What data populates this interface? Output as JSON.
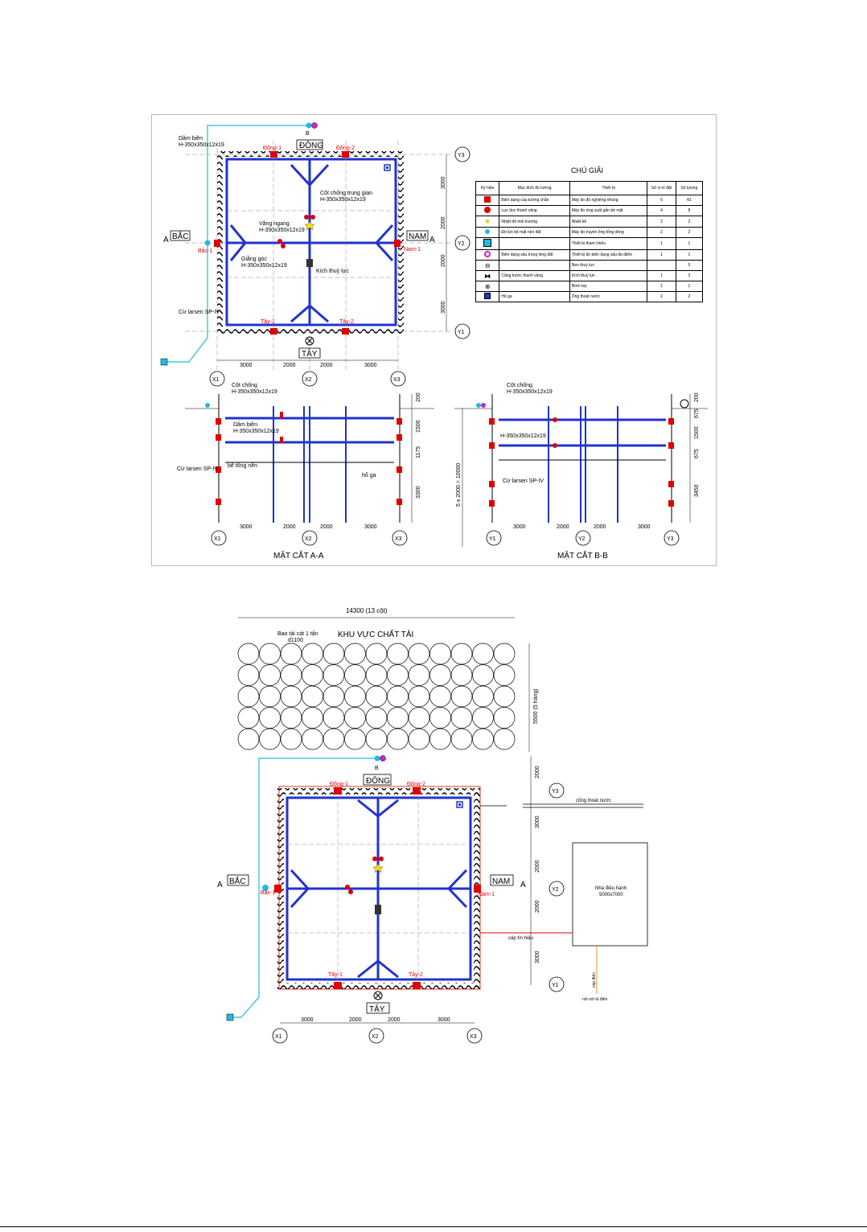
{
  "top": {
    "labels": {
      "dam_bien": "Dầm biên",
      "dam_bien_spec": "H-350x350x12x19",
      "dong": "ĐÔNG",
      "dong1": "Đông-1",
      "dong2": "Đông-2",
      "bac": "BẮC",
      "bac1": "Bắc-1",
      "nam": "NAM",
      "nam1": "Nam-1",
      "tay": "TÂY",
      "tay1": "Tây-1",
      "tay2": "Tây-2",
      "cot_chong": "Cột chống trung gian",
      "cot_chong_spec": "H-350x350x12x19",
      "vang_ngang": "Văng ngang",
      "vang_spec": "H-350x350x12x19",
      "giang_goc": "Giằng góc",
      "giang_spec": "H-350x350x12x19",
      "kich": "Kích thuỷ lực",
      "cu_larsen": "Cừ larsen SP-IV",
      "sec_a": "A",
      "sec_b": "B"
    },
    "dims_x": [
      "3000",
      "2000",
      "2000",
      "3000"
    ],
    "dims_y": [
      "3000",
      "2000",
      "2000",
      "3000"
    ],
    "axes_x": [
      "X1",
      "X2",
      "X3"
    ],
    "axes_y": [
      "Y3",
      "Y2",
      "Y1"
    ]
  },
  "legend": {
    "title": "CHÚ GIẢI",
    "headers": [
      "Ký hiệu",
      "Mục đích đo lường",
      "Thiết bị",
      "Số vị trí đặt",
      "Số lượng"
    ],
    "rows": [
      {
        "symbol": "red-square",
        "purpose": "Biến dạng của tường chắn",
        "device": "Máy đo độ nghiêng nhúng",
        "pos": "6",
        "qty": "42"
      },
      {
        "symbol": "red-dots",
        "purpose": "Lực dọc thanh văng",
        "device": "Máy đo ứng suất gắn bề mặt",
        "pos": "4",
        "qty": "8"
      },
      {
        "symbol": "yellow-star",
        "purpose": "Nhiệt độ môi trường",
        "device": "Nhiệt kế",
        "pos": "2",
        "qty": "2"
      },
      {
        "symbol": "cyan-dot",
        "purpose": "Độ lún bề mặt nền đất",
        "device": "Máy đo truyền ống tổng dòng",
        "pos": "2",
        "qty": "2"
      },
      {
        "symbol": "cyan-square",
        "purpose": "",
        "device": "Thiết bị tham chiếu",
        "pos": "1",
        "qty": "1"
      },
      {
        "symbol": "magenta-circle",
        "purpose": "Biến dạng sâu trong lòng đất",
        "device": "Thiết bị đo biến dạng sâu đa điểm",
        "pos": "1",
        "qty": "1"
      },
      {
        "symbol": "theta",
        "purpose": "",
        "device": "Neo thuỷ lực",
        "pos": "",
        "qty": "5"
      },
      {
        "symbol": "jack",
        "purpose": "Căng trước thanh văng",
        "device": "Kích thuỷ lực",
        "pos": "1",
        "qty": "2"
      },
      {
        "symbol": "circle-x",
        "purpose": "",
        "device": "Bơm tay",
        "pos": "1",
        "qty": "1"
      },
      {
        "symbol": "blue-square",
        "purpose": "Hố ga",
        "device": "Ống thoát nước",
        "pos": "2",
        "qty": "2"
      }
    ]
  },
  "section_aa": {
    "title": "MẶT CẮT A-A",
    "cot_chong": "Cột chống",
    "cot_spec": "H-350x350x12x19",
    "dam_bien": "Dầm biên",
    "dam_spec": "H-350x350x12x19",
    "cu_larsen": "Cừ larsen SP-IV",
    "be_tong": "bê tông nền",
    "ho_ga": "hố ga",
    "dims_v": [
      "200",
      "1500",
      "1175",
      "3300"
    ],
    "dims_x": [
      "3000",
      "2000",
      "2000",
      "3000"
    ],
    "axes": [
      "X1",
      "X2",
      "X3"
    ]
  },
  "section_bb": {
    "title": "MẶT CẮT B-B",
    "cot_chong": "Cột chống",
    "cot_spec": "H-350x350x12x19",
    "spec2": "H-350x350x12x19",
    "cu_larsen": "Cừ larsen SP-IV",
    "depth": "5 x 2000 = 10000",
    "dims_v": [
      "200",
      "675",
      "1500",
      "675",
      "3450"
    ],
    "dims_x": [
      "3000",
      "2000",
      "2000",
      "3000"
    ],
    "axes": [
      "Y1",
      "Y2",
      "Y3"
    ]
  },
  "bottom": {
    "width_label": "14300 (13 cột)",
    "area_title": "KHU VỰC CHẤT TẢI",
    "bao_cat": "Bao tải cát 1 tấn",
    "bao_dia": "d1100",
    "rows_label": "5500 (5 hàng)",
    "rows": 5,
    "cols": 13,
    "dong": "ĐÔNG",
    "dong1": "Đông-1",
    "dong2": "Đông-2",
    "bac": "BẮC",
    "bac1": "Bắc-1",
    "nam": "NAM",
    "nam1": "Nam-1",
    "tay": "TÂY",
    "tay1": "Tây-1",
    "tay2": "Tây-2",
    "cong_thoat": "cống thoát nước",
    "nha_dieu_hanh": "Nhà điều hành",
    "nha_dim": "5000x7000",
    "cap_tin_hieu": "cáp tín hiệu",
    "cap_dien": "cáp điện",
    "noi_voi": "nối với tủ điện",
    "dims_x": [
      "3000",
      "2000",
      "2000",
      "3000"
    ],
    "dims_y": [
      "2000",
      "3000",
      "2000",
      "2000",
      "3000"
    ],
    "axes_x": [
      "X1",
      "X2",
      "X3"
    ],
    "axes_y": [
      "Y3",
      "Y2",
      "Y1"
    ],
    "sec_a": "A",
    "sec_b": "B"
  },
  "colors": {
    "red": "#e00000",
    "blue": "#2233cc",
    "cyan": "#22bbdd",
    "magenta": "#cc22cc"
  }
}
